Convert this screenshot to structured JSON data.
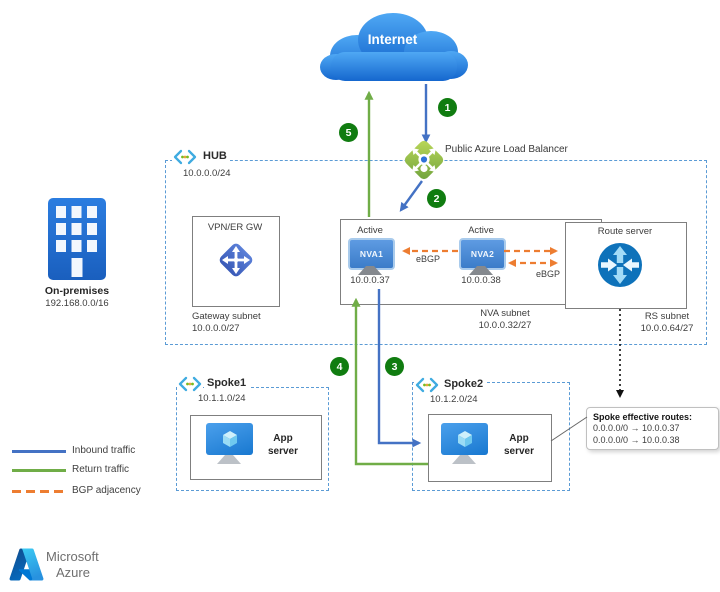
{
  "internet_label": "Internet",
  "lb_label": "Public Azure Load Balancer",
  "hub": {
    "name": "HUB",
    "cidr": "10.0.0.0/24"
  },
  "gateway": {
    "title": "VPN/ER GW",
    "subnet": "Gateway subnet",
    "subnet_cidr": "10.0.0.0/27"
  },
  "nva": {
    "subnet": "NVA subnet",
    "subnet_cidr": "10.0.0.32/27",
    "ebgp1": "eBGP",
    "ebgp2": "eBGP",
    "nva1": {
      "status": "Active",
      "name": "NVA1",
      "ip": "10.0.0.37"
    },
    "nva2": {
      "status": "Active",
      "name": "NVA2",
      "ip": "10.0.0.38"
    }
  },
  "route_server": {
    "title": "Route server",
    "subnet": "RS subnet",
    "subnet_cidr": "10.0.0.64/27"
  },
  "on_premises": {
    "name": "On-premises",
    "cidr": "192.168.0.0/16"
  },
  "spoke1": {
    "name": "Spoke1",
    "cidr": "10.1.1.0/24",
    "app": "App server"
  },
  "spoke2": {
    "name": "Spoke2",
    "cidr": "10.1.2.0/24",
    "app": "App server"
  },
  "routes_box": {
    "title": "Spoke effective routes:",
    "routes": [
      "0.0.0.0/0 → 10.0.0.37",
      "0.0.0.0/0 → 10.0.0.38"
    ]
  },
  "steps": [
    "1",
    "2",
    "3",
    "4",
    "5"
  ],
  "legend": [
    {
      "label": "Inbound traffic",
      "color": "#4472C4",
      "style": "solid"
    },
    {
      "label": "Return traffic",
      "color": "#70AD47",
      "style": "solid"
    },
    {
      "label": "BGP adjacency",
      "color": "#ED7D31",
      "style": "dashed"
    }
  ],
  "footer": {
    "line1": "Microsoft",
    "line2": "Azure"
  },
  "colors": {
    "inbound": "#4472C4",
    "return": "#70AD47",
    "bgp": "#ED7D31",
    "badge": "#107C10",
    "vnet_border": "#5B9BD5",
    "box_border": "#7F7F7F",
    "cloud_top": "#4FA8F4",
    "cloud_bottom": "#1567CE"
  }
}
